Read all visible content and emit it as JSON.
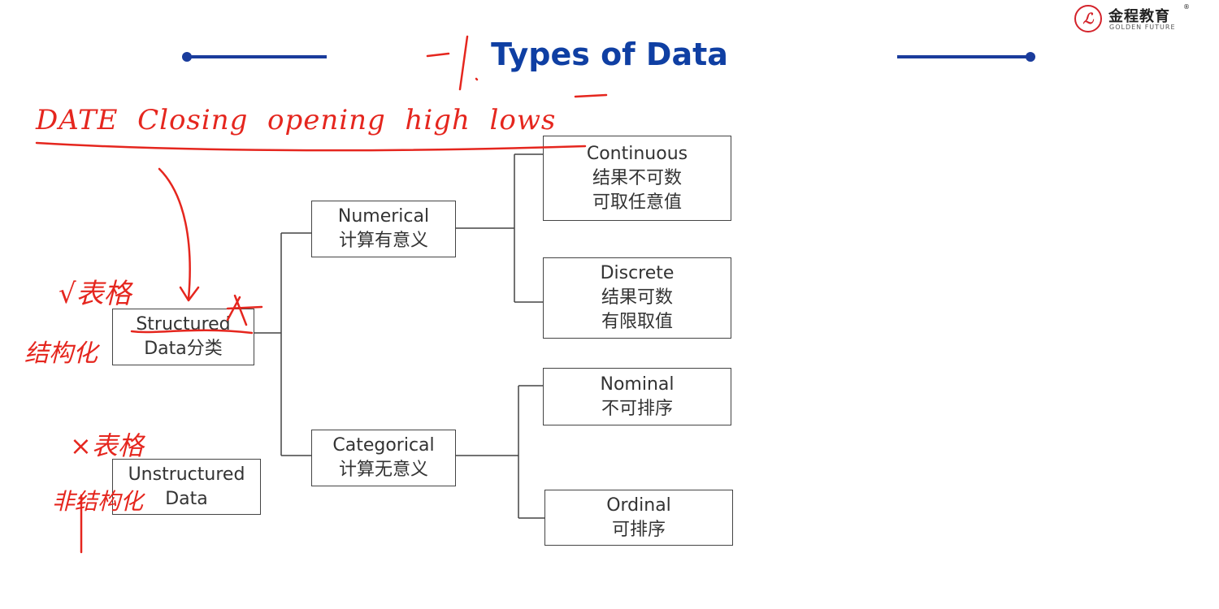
{
  "slide": {
    "title": "Types of Data",
    "accent_color": "#1a3c9c",
    "title_color": "#0f3fa3",
    "annotation_color": "#e5261e"
  },
  "logo": {
    "name": "金程教育",
    "tagline": "GOLDEN FUTURE",
    "registered_mark": "®",
    "icon": "golden-future-seal-icon"
  },
  "nodes": {
    "structured": {
      "line1": "Structured",
      "line2": "Data分类"
    },
    "unstructured": {
      "line1": "Unstructured",
      "line2": "Data"
    },
    "numerical": {
      "line1": "Numerical",
      "line2": "计算有意义"
    },
    "categorical": {
      "line1": "Categorical",
      "line2": "计算无意义"
    },
    "continuous": {
      "line1": "Continuous",
      "line2": "结果不可数",
      "line3": "可取任意值"
    },
    "discrete": {
      "line1": "Discrete",
      "line2": "结果可数",
      "line3": "有限取值"
    },
    "nominal": {
      "line1": "Nominal",
      "line2": "不可排序"
    },
    "ordinal": {
      "line1": "Ordinal",
      "line2": "可排序"
    }
  },
  "handwriting": {
    "top_note": "DATE  Closing  opening  high  lows",
    "structured_check": "√表格",
    "structured_label": "结构化",
    "unstructured_cross": "×表格",
    "unstructured_label": "非结构化"
  }
}
